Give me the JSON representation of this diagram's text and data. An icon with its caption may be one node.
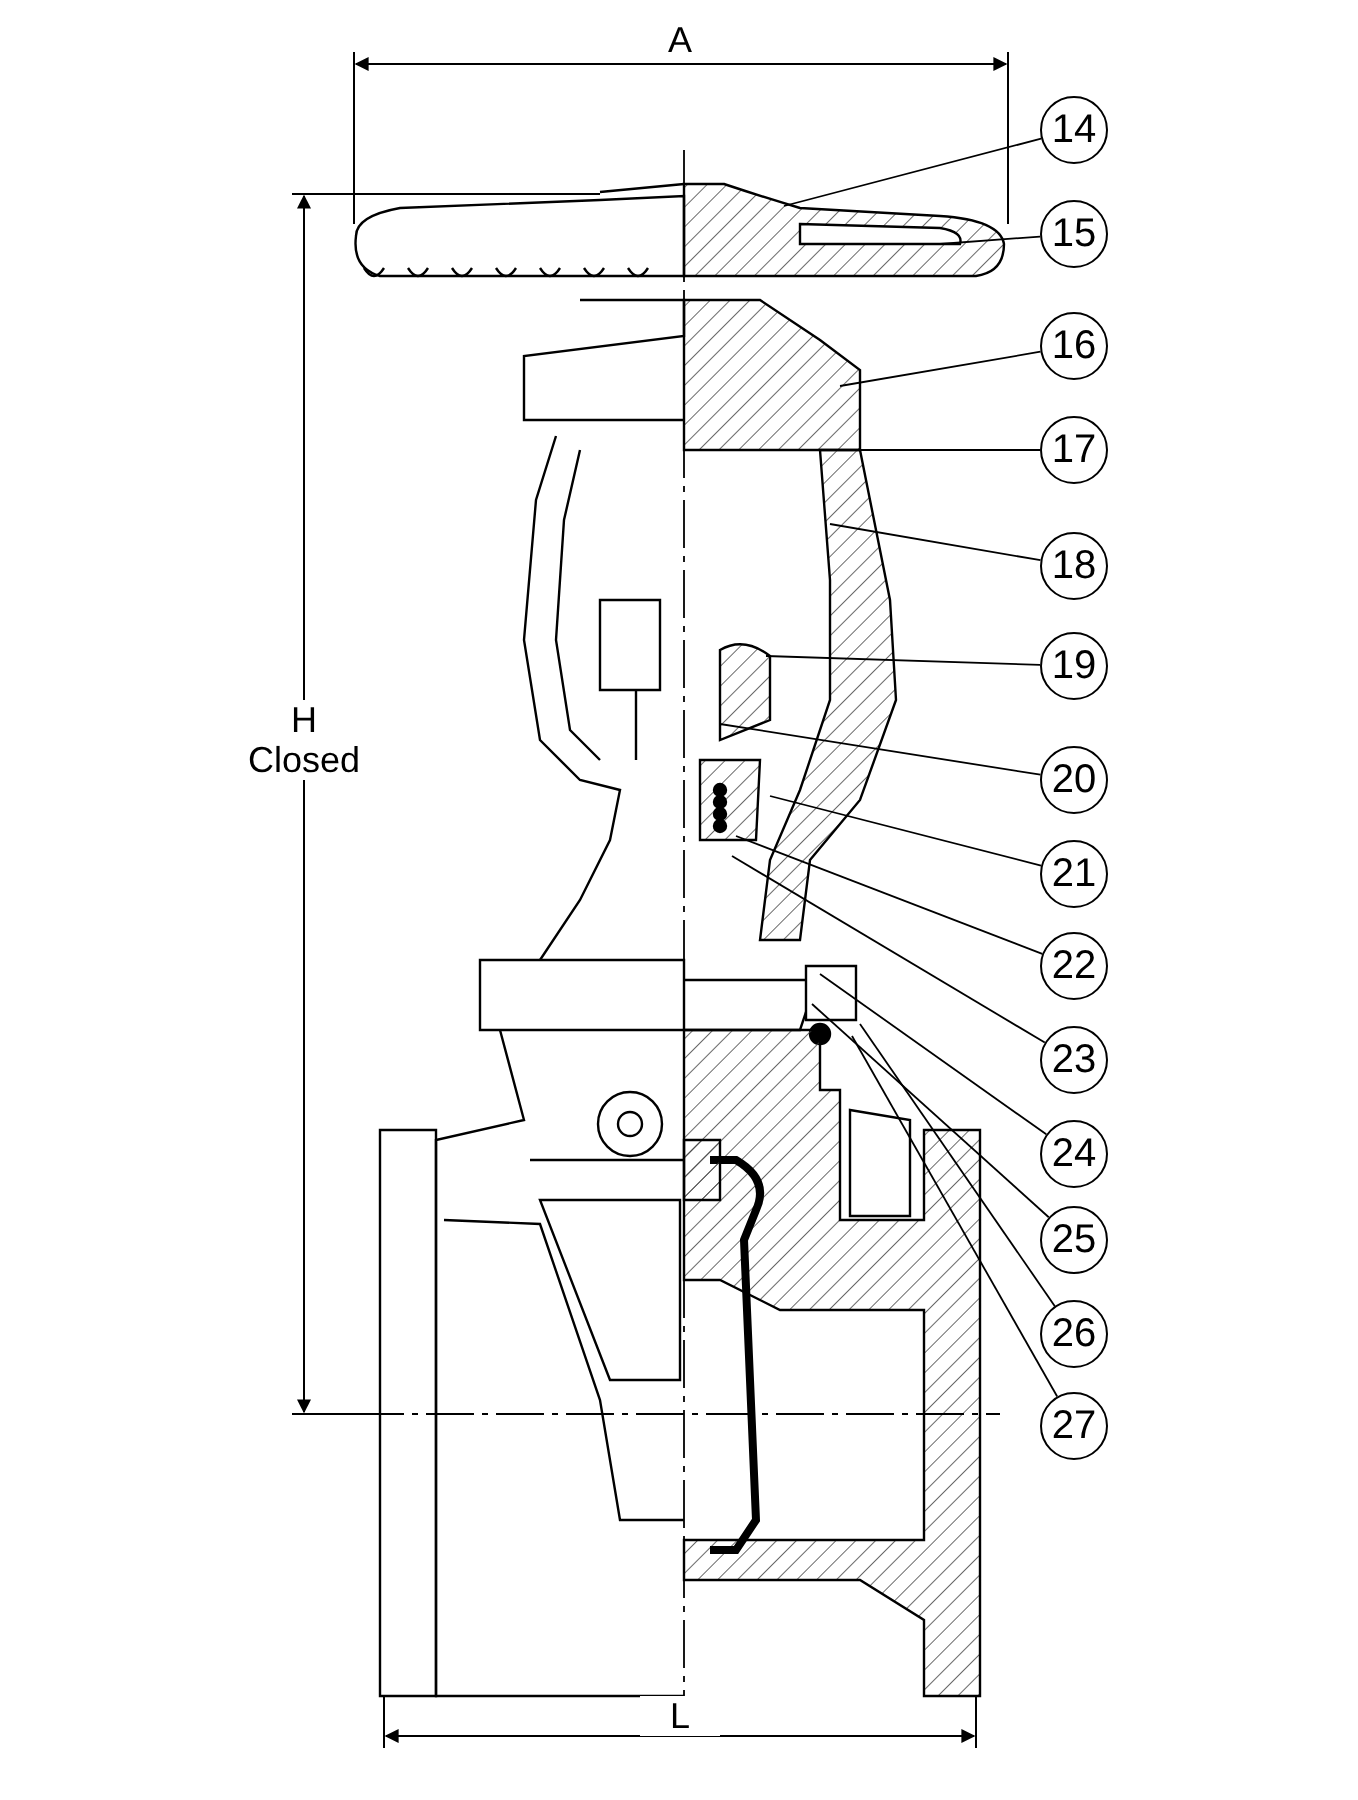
{
  "diagram": {
    "nodes": [
      {
        "text": [
          "14"
        ]
      },
      {
        "text": [
          "15"
        ]
      },
      {
        "text": [
          "16"
        ]
      },
      {
        "text": [
          "17"
        ]
      },
      {
        "text": [
          "18"
        ]
      },
      {
        "text": [
          "19"
        ]
      },
      {
        "text": [
          "20"
        ]
      },
      {
        "text": [
          "21"
        ]
      },
      {
        "text": [
          "22"
        ]
      },
      {
        "text": [
          "23"
        ]
      },
      {
        "text": [
          "24"
        ]
      },
      {
        "text": [
          "25"
        ]
      },
      {
        "text": [
          "26"
        ]
      },
      {
        "text": [
          "27"
        ]
      }
    ],
    "edges": [
      {
        "from": 0,
        "to": null,
        "arrow": "none"
      },
      {
        "from": 1,
        "to": null,
        "arrow": "none"
      },
      {
        "from": 2,
        "to": null,
        "arrow": "none"
      },
      {
        "from": 3,
        "to": null,
        "arrow": "none"
      },
      {
        "from": 4,
        "to": null,
        "arrow": "none"
      },
      {
        "from": 5,
        "to": null,
        "arrow": "none"
      },
      {
        "from": 6,
        "to": null,
        "arrow": "none"
      },
      {
        "from": 7,
        "to": null,
        "arrow": "none"
      },
      {
        "from": 8,
        "to": null,
        "arrow": "none"
      },
      {
        "from": 9,
        "to": null,
        "arrow": "none"
      },
      {
        "from": 10,
        "to": null,
        "arrow": "none"
      },
      {
        "from": 11,
        "to": null,
        "arrow": "none"
      },
      {
        "from": 12,
        "to": null,
        "arrow": "none"
      },
      {
        "from": 13,
        "to": null,
        "arrow": "none"
      }
    ],
    "labels": [
      "A",
      "H Closed",
      "L"
    ]
  }
}
